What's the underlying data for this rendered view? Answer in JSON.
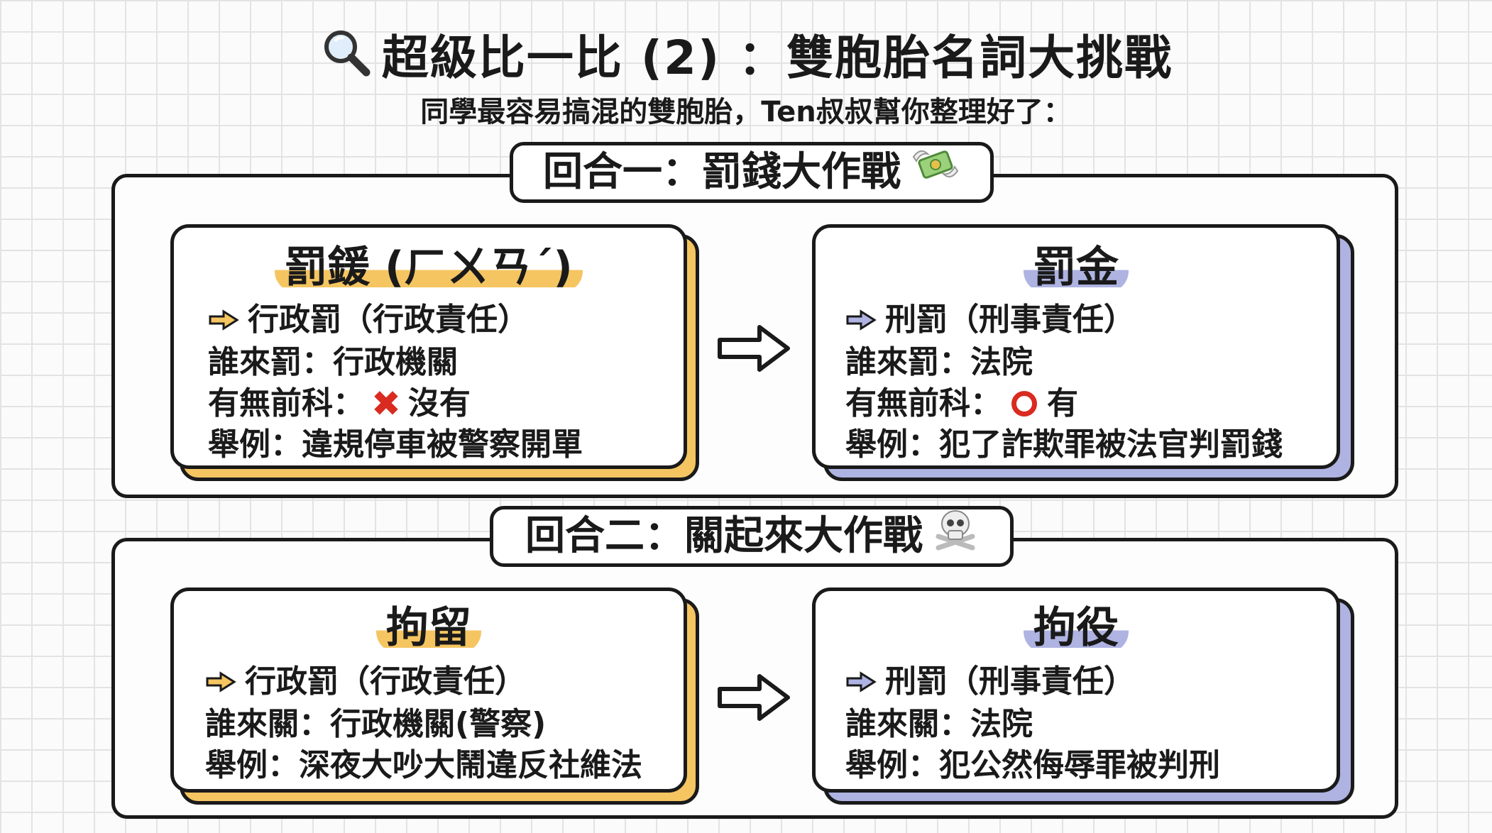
{
  "header": {
    "title": "超級比一比 (2) ：雙胞胎名詞大挑戰",
    "subtitle": "同學最容易搞混的雙胞胎，Ten叔叔幫你整理好了："
  },
  "round1": {
    "label": "回合一：罰錢大作戰",
    "icon": "money-with-wings-icon",
    "left": {
      "title": "罰鍰 (ㄏㄨㄢˊ)",
      "type": "行政罰（行政責任）",
      "who": "誰來罰：行政機關",
      "record_label": "有無前科：",
      "record_value": "沒有",
      "example": "舉例：違規停車被警察開單"
    },
    "right": {
      "title": "罰金",
      "type": "刑罰（刑事責任）",
      "who": "誰來罰：法院",
      "record_label": "有無前科：",
      "record_value": "有",
      "example": "舉例：犯了詐欺罪被法官判罰錢"
    }
  },
  "round2": {
    "label": "回合二：關起來大作戰",
    "icon": "skull-crossbones-icon",
    "left": {
      "title": "拘留",
      "type": "行政罰（行政責任）",
      "who": "誰來關：行政機關(警察)",
      "example": "舉例：深夜大吵大鬧違反社維法"
    },
    "right": {
      "title": "拘役",
      "type": "刑罰（刑事責任）",
      "who": "誰來關：法院",
      "example": "舉例：犯公然侮辱罪被判刑"
    }
  },
  "colors": {
    "yellow_accent": "#f5c562",
    "blue_accent": "#aeb3e2",
    "red_mark": "#d92b20"
  }
}
